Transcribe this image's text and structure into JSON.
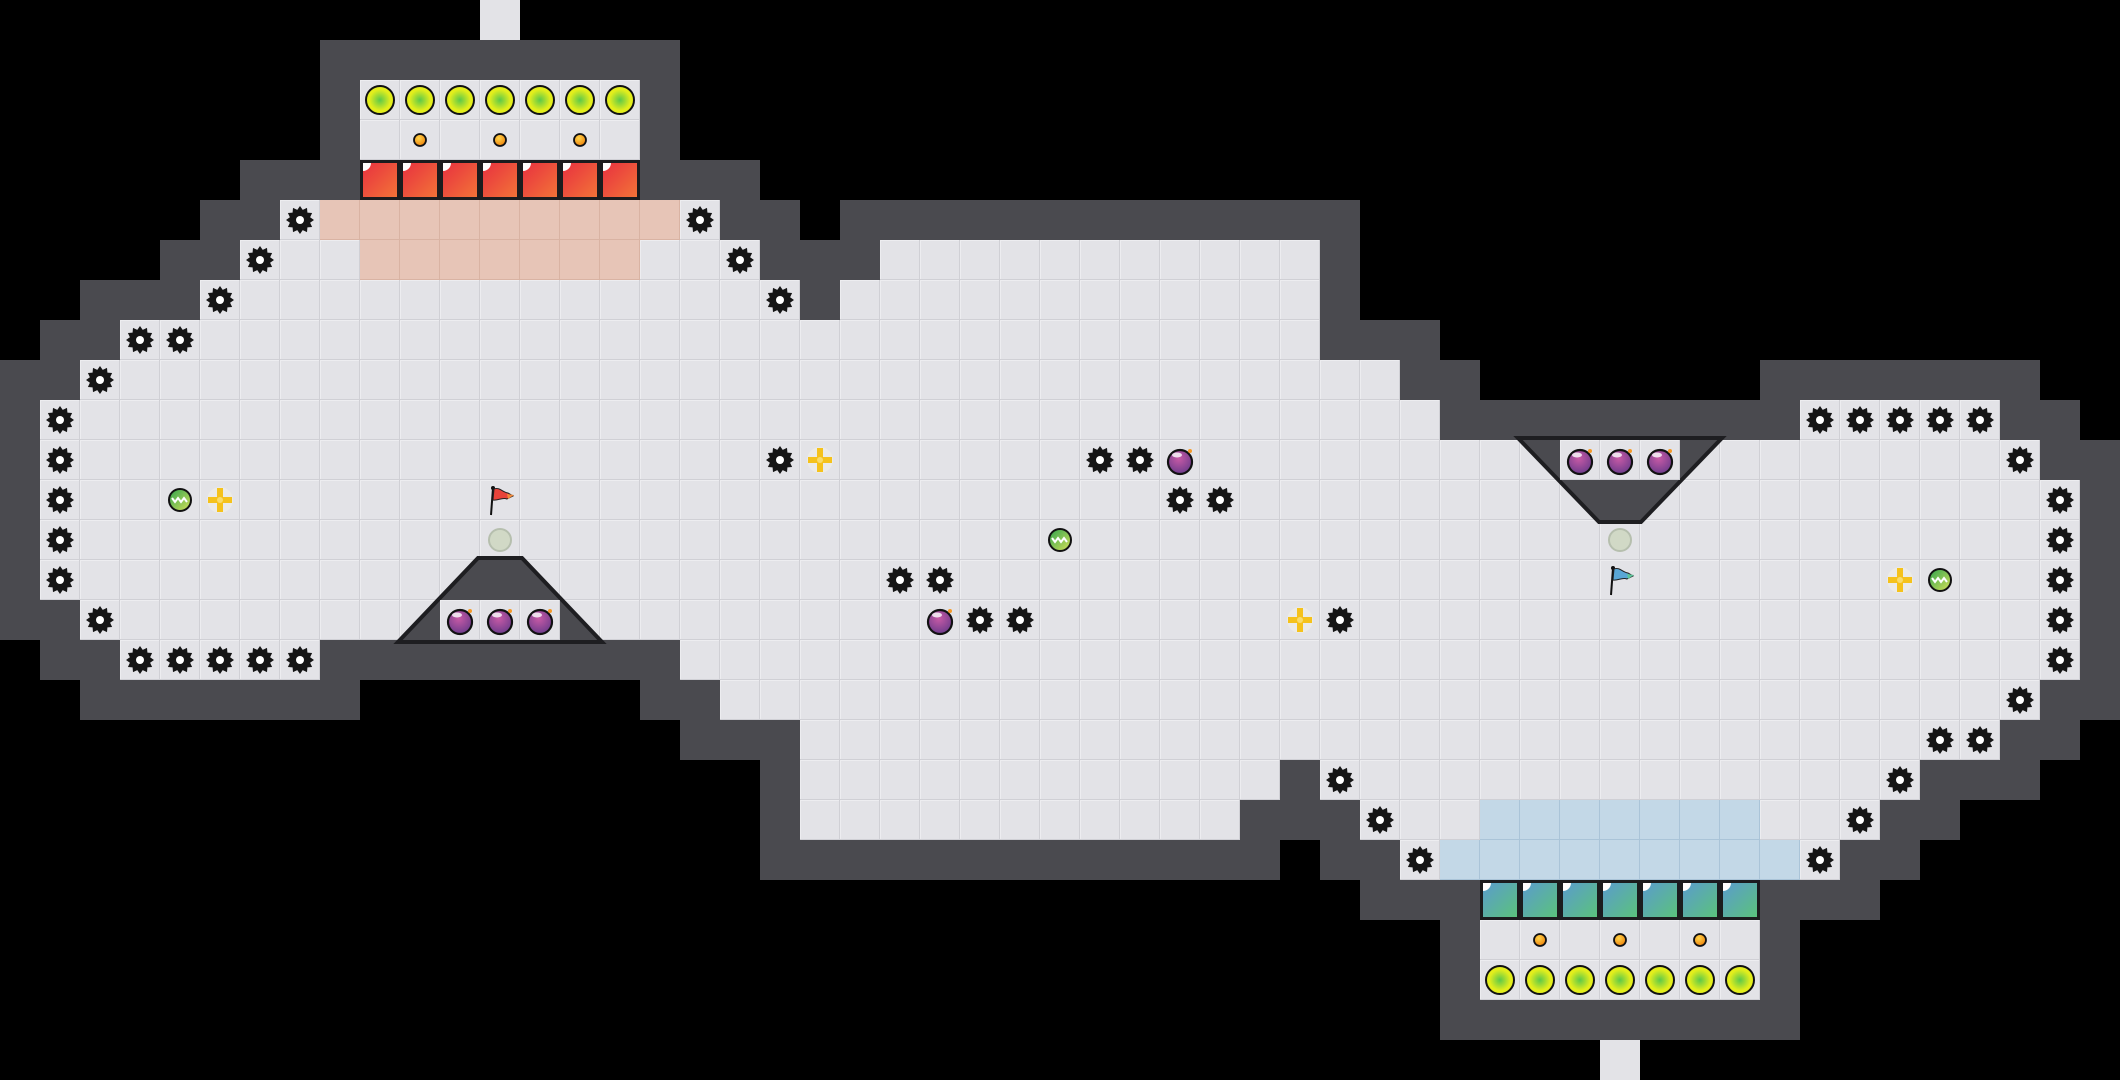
{
  "level": {
    "grid_columns": 53,
    "grid_rows": 27,
    "tile_legend": {
      ".": "floor-tile",
      "P": "red-team-zone-tile",
      "B": "blue-team-zone-tile",
      "G": "gear-hazard",
      "R": "red-block",
      "T": "teal-block",
      "c": "coin",
      "o": "lime-orb",
      "X": "sparkle-powerup",
      "S": "shield-orb",
      "M": "bomb",
      "m": "alcove-bomb",
      "F": "red-flag",
      "f": "blue-flag",
      "p": "flag-base",
      "E": "exit-tile"
    },
    "rows": [
      [
        [
          12,
          12,
          "E"
        ]
      ],
      [],
      [
        [
          9,
          15,
          "o"
        ]
      ],
      [
        [
          9,
          15,
          "."
        ],
        [
          10,
          10,
          "c"
        ],
        [
          12,
          12,
          "c"
        ],
        [
          14,
          14,
          "c"
        ]
      ],
      [
        [
          9,
          15,
          "R"
        ]
      ],
      [
        [
          7,
          7,
          "G"
        ],
        [
          8,
          16,
          "P"
        ],
        [
          17,
          17,
          "G"
        ]
      ],
      [
        [
          6,
          6,
          "G"
        ],
        [
          7,
          8,
          "."
        ],
        [
          9,
          15,
          "P"
        ],
        [
          16,
          17,
          "."
        ],
        [
          18,
          18,
          "G"
        ],
        [
          22,
          32,
          "."
        ]
      ],
      [
        [
          5,
          5,
          "G"
        ],
        [
          6,
          18,
          "."
        ],
        [
          19,
          19,
          "G"
        ],
        [
          21,
          32,
          "."
        ]
      ],
      [
        [
          3,
          4,
          "G"
        ],
        [
          5,
          32,
          "."
        ]
      ],
      [
        [
          2,
          2,
          "G"
        ],
        [
          3,
          34,
          "."
        ]
      ],
      [
        [
          1,
          1,
          "G"
        ],
        [
          2,
          35,
          "."
        ],
        [
          45,
          49,
          "G"
        ]
      ],
      [
        [
          1,
          1,
          "G"
        ],
        [
          2,
          50,
          "."
        ],
        [
          19,
          19,
          "G"
        ],
        [
          20,
          20,
          "X"
        ],
        [
          27,
          28,
          "G"
        ],
        [
          29,
          29,
          "M"
        ],
        [
          39,
          41,
          "m"
        ],
        [
          50,
          50,
          "G"
        ]
      ],
      [
        [
          1,
          1,
          "G"
        ],
        [
          2,
          50,
          "."
        ],
        [
          4,
          4,
          "S"
        ],
        [
          5,
          5,
          "X"
        ],
        [
          12,
          12,
          "F"
        ],
        [
          29,
          30,
          "G"
        ],
        [
          51,
          51,
          "G"
        ]
      ],
      [
        [
          1,
          1,
          "G"
        ],
        [
          2,
          50,
          "."
        ],
        [
          12,
          12,
          "p"
        ],
        [
          26,
          26,
          "S"
        ],
        [
          40,
          40,
          "p"
        ],
        [
          51,
          51,
          "G"
        ]
      ],
      [
        [
          1,
          1,
          "G"
        ],
        [
          2,
          50,
          "."
        ],
        [
          22,
          23,
          "G"
        ],
        [
          40,
          40,
          "f"
        ],
        [
          47,
          47,
          "X"
        ],
        [
          48,
          48,
          "S"
        ],
        [
          51,
          51,
          "G"
        ]
      ],
      [
        [
          2,
          2,
          "G"
        ],
        [
          3,
          50,
          "."
        ],
        [
          11,
          13,
          "m"
        ],
        [
          23,
          23,
          "M"
        ],
        [
          24,
          25,
          "G"
        ],
        [
          32,
          32,
          "X"
        ],
        [
          33,
          33,
          "G"
        ],
        [
          51,
          51,
          "G"
        ]
      ],
      [
        [
          3,
          7,
          "G"
        ],
        [
          17,
          50,
          "."
        ],
        [
          51,
          51,
          "G"
        ]
      ],
      [
        [
          18,
          49,
          "."
        ],
        [
          50,
          50,
          "G"
        ]
      ],
      [
        [
          20,
          47,
          "."
        ],
        [
          48,
          49,
          "G"
        ]
      ],
      [
        [
          20,
          31,
          "."
        ],
        [
          33,
          33,
          "G"
        ],
        [
          34,
          46,
          "."
        ],
        [
          47,
          47,
          "G"
        ]
      ],
      [
        [
          20,
          30,
          "."
        ],
        [
          34,
          34,
          "G"
        ],
        [
          35,
          45,
          "."
        ],
        [
          37,
          43,
          "B"
        ],
        [
          46,
          46,
          "G"
        ]
      ],
      [
        [
          35,
          35,
          "G"
        ],
        [
          36,
          44,
          "B"
        ],
        [
          45,
          45,
          "G"
        ]
      ],
      [
        [
          37,
          43,
          "T"
        ]
      ],
      [
        [
          37,
          43,
          "."
        ],
        [
          38,
          38,
          "c"
        ],
        [
          40,
          40,
          "c"
        ],
        [
          42,
          42,
          "c"
        ]
      ],
      [
        [
          37,
          43,
          "o"
        ]
      ],
      [],
      [
        [
          40,
          40,
          "E"
        ]
      ]
    ]
  },
  "colors": {
    "wall": "#4a4a4f",
    "floor": "#e3e3e7",
    "red_team": "#e8313f",
    "blue_team": "#5b9ccc",
    "red_zone": "#e7c5b7",
    "blue_zone": "#c3d8e7",
    "void": "#000000"
  }
}
